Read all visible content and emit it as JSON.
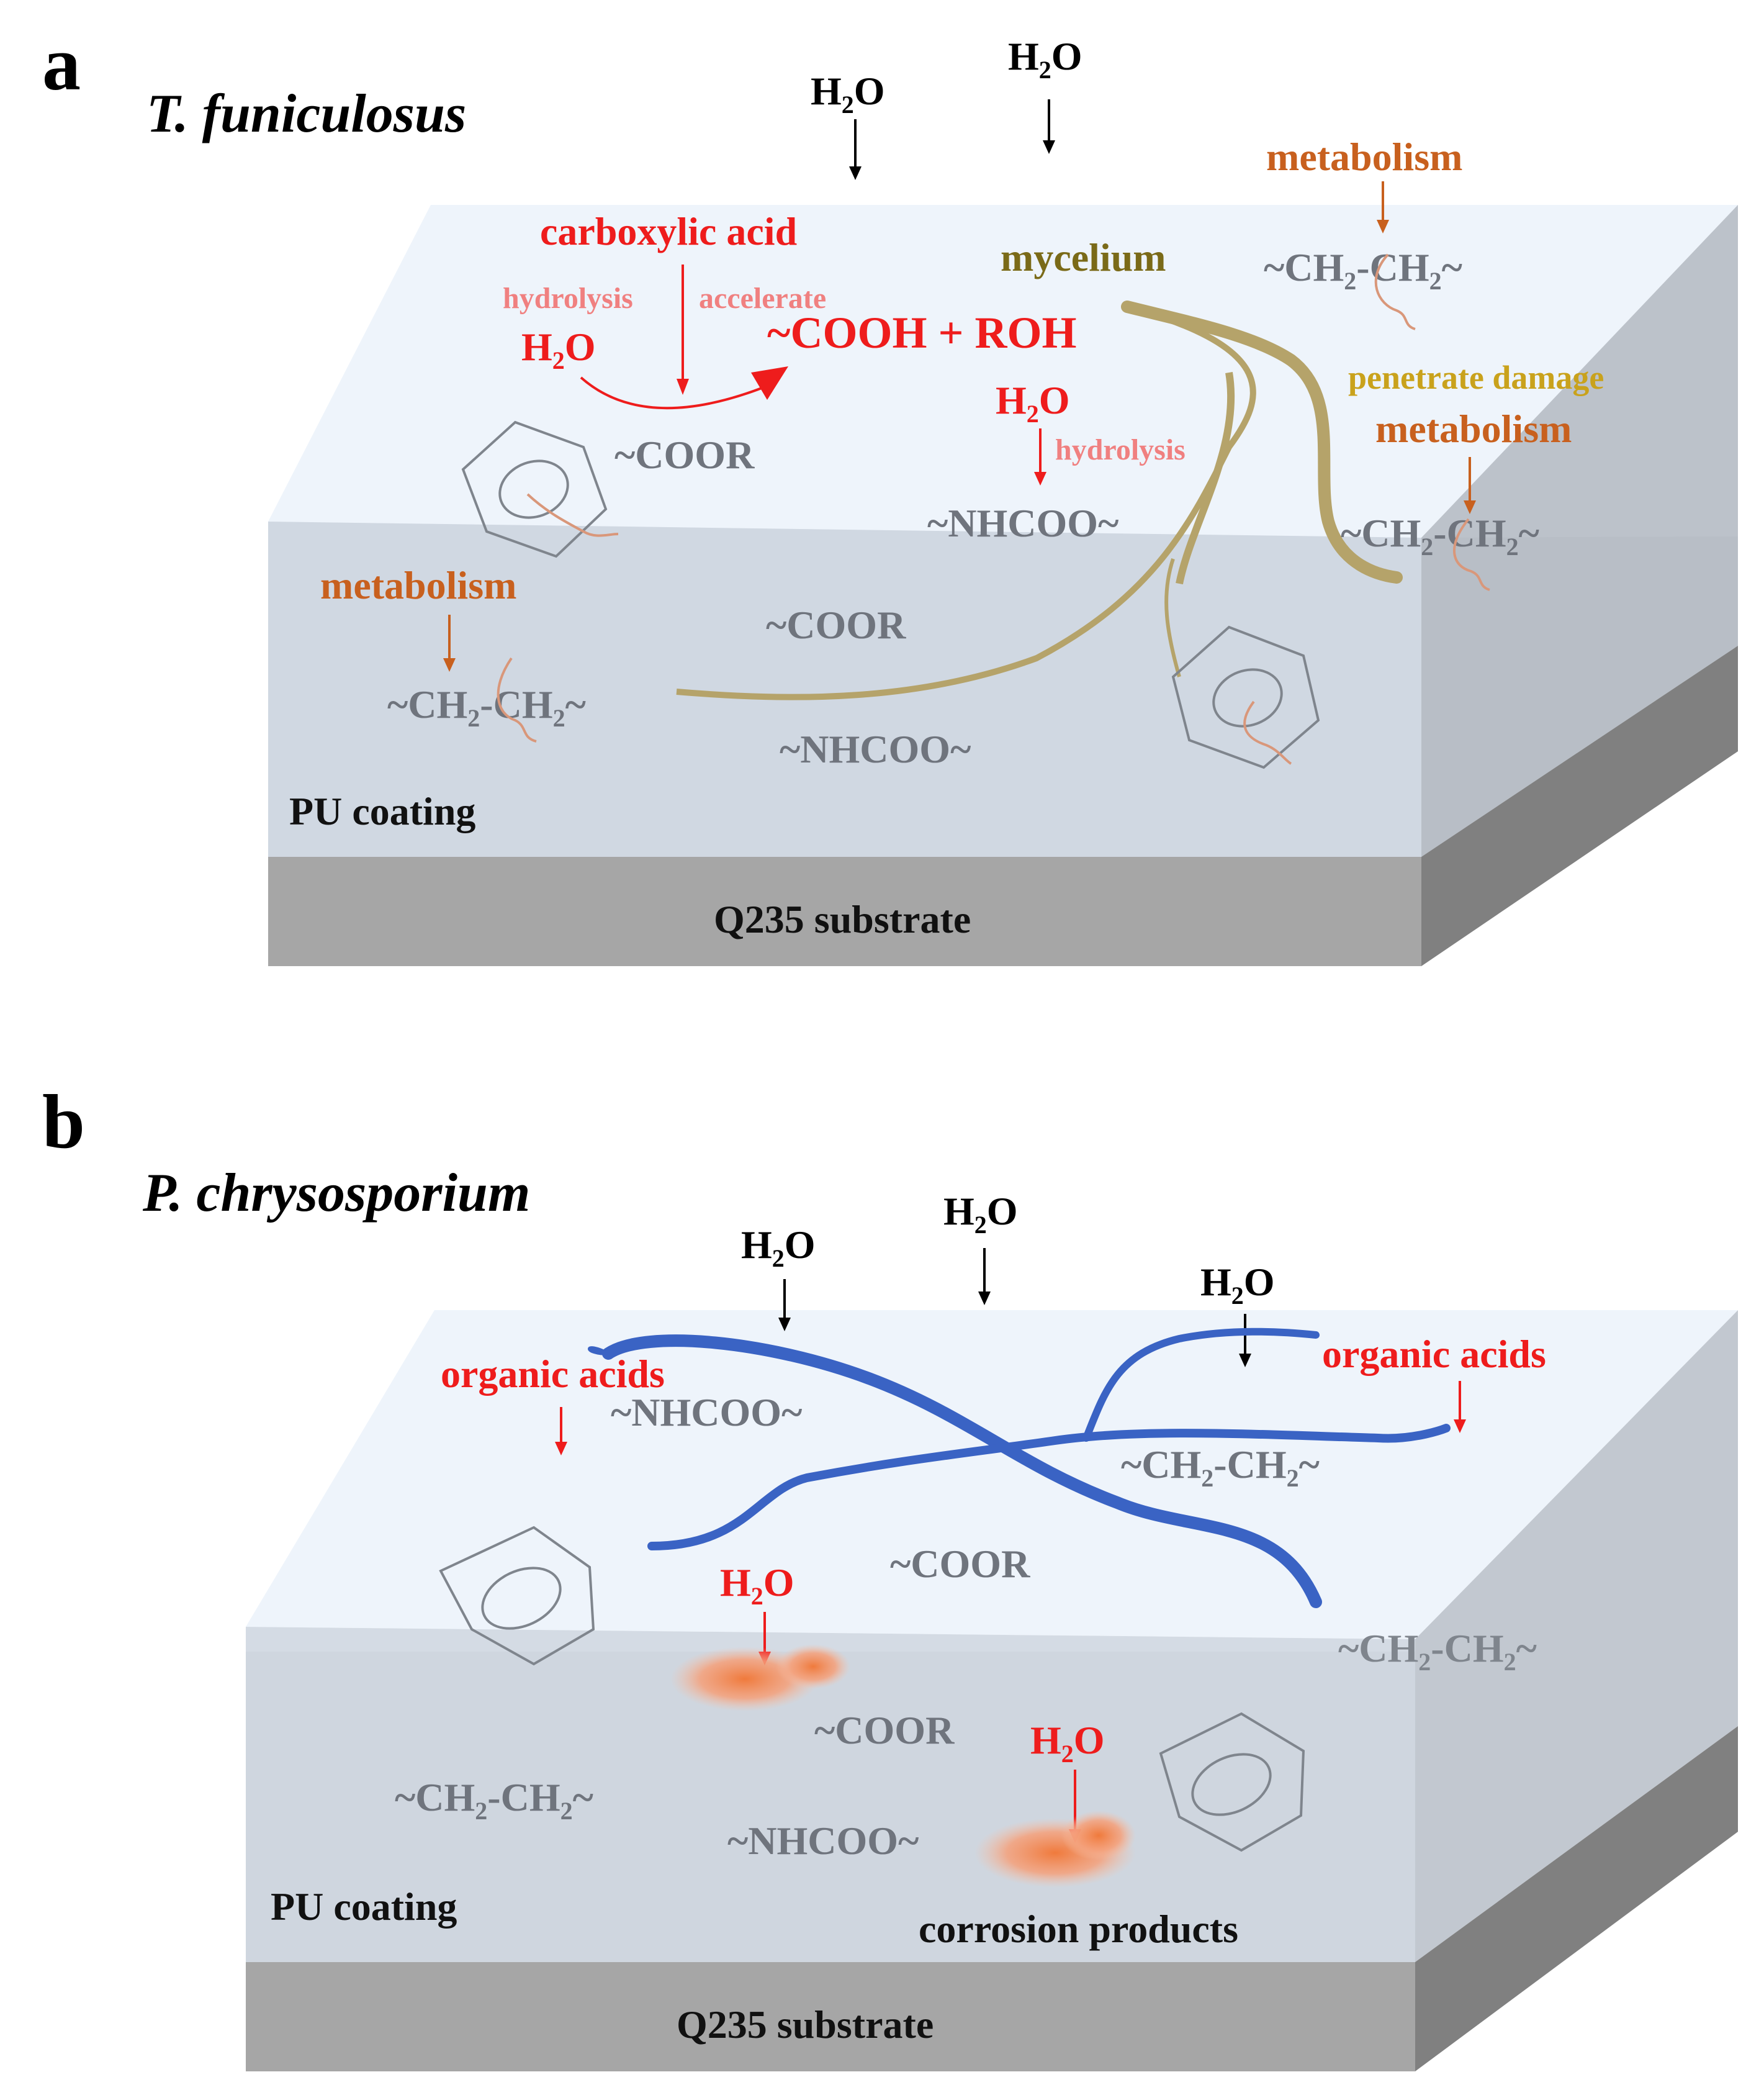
{
  "panel_a": {
    "letter": "a",
    "organism": "T. funiculosus",
    "water_top_1": "H",
    "water_top_2": "H",
    "water_sub": "2",
    "water_tail": "O",
    "carboxylic_acid": "carboxylic acid",
    "hydrolysis_1": "hydrolysis",
    "accelerate": "accelerate",
    "h2o_left_h": "H",
    "h2o_left_sub": "2",
    "h2o_left_o": "O",
    "cooh_roh": "~COOH + ROH",
    "mycelium": "mycelium",
    "metabolism_top": "metabolism",
    "ch2_top_a": "~CH",
    "ch2_top_b": "-CH",
    "ch2_top_c": "~",
    "sub2": "2",
    "penetrate_damage": "penetrate damage",
    "metabolism_right": "metabolism",
    "h2o_mid_h": "H",
    "h2o_mid_sub": "2",
    "h2o_mid_o": "O",
    "hydrolysis_2": "hydrolysis",
    "coor_top": "~COOR",
    "nhcoo_top": "~NHCOO~",
    "ch2_right_a": "~CH",
    "ch2_right_b": "-CH",
    "ch2_right_c": "~",
    "metabolism_left": "metabolism",
    "coor_front": "~COOR",
    "ch2_left_a": "~CH",
    "ch2_left_b": "-CH",
    "ch2_left_c": "~",
    "nhcoo_front": "~NHCOO~",
    "pu_coating": "PU coating",
    "substrate": "Q235 substrate"
  },
  "panel_b": {
    "letter": "b",
    "organism": "P. chrysosporium",
    "w_h": "H",
    "w_sub": "2",
    "w_o": "O",
    "organic_acids_left": "organic acids",
    "organic_acids_right": "organic acids",
    "nhcoo_top": "~NHCOO~",
    "ch2_top_a": "~CH",
    "ch2_top_b": "-CH",
    "ch2_top_c": "~",
    "coor_top": "~COOR",
    "ch2_right_a": "~CH",
    "ch2_right_b": "-CH",
    "ch2_right_c": "~",
    "coor_front": "~COOR",
    "ch2_left_a": "~CH",
    "ch2_left_b": "-CH",
    "ch2_left_c": "~",
    "nhcoo_front": "~NHCOO~",
    "pu_coating": "PU coating",
    "corrosion_products": "corrosion products",
    "substrate": "Q235 substrate"
  },
  "colors": {
    "red": "#ee1c1c",
    "pink": "#f08080",
    "orange": "#c8601e",
    "olive": "#7a6a18",
    "gold": "#c9a21c",
    "mycelium": "#b5a36a",
    "blue_hyphae": "#3a63c4",
    "gray_text": "#6f747d",
    "substrate": "#a6a6a6"
  }
}
